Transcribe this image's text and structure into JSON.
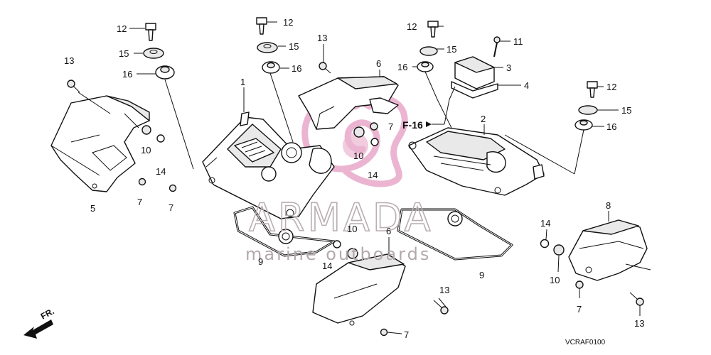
{
  "callouts": [
    {
      "id": "c12a",
      "text": "12"
    },
    {
      "id": "c15a",
      "text": "15"
    },
    {
      "id": "c16a",
      "text": "16"
    },
    {
      "id": "c13a",
      "text": "13"
    },
    {
      "id": "c10a",
      "text": "10"
    },
    {
      "id": "c14a",
      "text": "14"
    },
    {
      "id": "c7a",
      "text": "7"
    },
    {
      "id": "c7b",
      "text": "7"
    },
    {
      "id": "c5",
      "text": "5"
    },
    {
      "id": "c12b",
      "text": "12"
    },
    {
      "id": "c15b",
      "text": "15"
    },
    {
      "id": "c16b",
      "text": "16"
    },
    {
      "id": "c13b",
      "text": "13"
    },
    {
      "id": "c1",
      "text": "1"
    },
    {
      "id": "c6a",
      "text": "6"
    },
    {
      "id": "c7c",
      "text": "7"
    },
    {
      "id": "c10b",
      "text": "10"
    },
    {
      "id": "c14b",
      "text": "14"
    },
    {
      "id": "c12c",
      "text": "12"
    },
    {
      "id": "c15c",
      "text": "15"
    },
    {
      "id": "c16c",
      "text": "16"
    },
    {
      "id": "c11",
      "text": "11"
    },
    {
      "id": "c3",
      "text": "3"
    },
    {
      "id": "c4",
      "text": "4"
    },
    {
      "id": "c2",
      "text": "2"
    },
    {
      "id": "c12d",
      "text": "12"
    },
    {
      "id": "c15d",
      "text": "15"
    },
    {
      "id": "c16d",
      "text": "16"
    },
    {
      "id": "c9a",
      "text": "9"
    },
    {
      "id": "c10c",
      "text": "10"
    },
    {
      "id": "c6b",
      "text": "6"
    },
    {
      "id": "c14c",
      "text": "14"
    },
    {
      "id": "c13c",
      "text": "13"
    },
    {
      "id": "c7d",
      "text": "7"
    },
    {
      "id": "c9b",
      "text": "9"
    },
    {
      "id": "c8",
      "text": "8"
    },
    {
      "id": "c14d",
      "text": "14"
    },
    {
      "id": "c10d",
      "text": "10"
    },
    {
      "id": "c7e",
      "text": "7"
    },
    {
      "id": "c13d",
      "text": "13"
    }
  ],
  "reference_label": "F-16",
  "front_label": "FR.",
  "diagram_code": "VCRAF0100",
  "watermark": {
    "brand": "ARMADA",
    "tagline": "marine outboards",
    "color": "#e8a9c9"
  }
}
